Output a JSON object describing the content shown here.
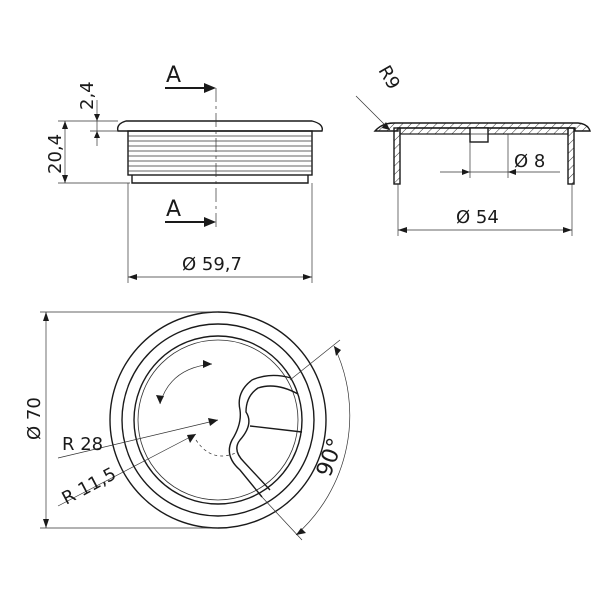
{
  "front_view": {
    "section_mark_top": "A",
    "section_mark_bottom": "A",
    "flange_thickness": "2,4",
    "height": "20,4",
    "outer_diameter": "Ø 59,7"
  },
  "section_view": {
    "edge_radius": "R9",
    "slot_diameter": "Ø 8",
    "inner_diameter": "Ø 54"
  },
  "top_view": {
    "overall_diameter": "Ø 70",
    "radius_large": "R 28",
    "radius_small": "R 11,5",
    "angle": "90°"
  }
}
